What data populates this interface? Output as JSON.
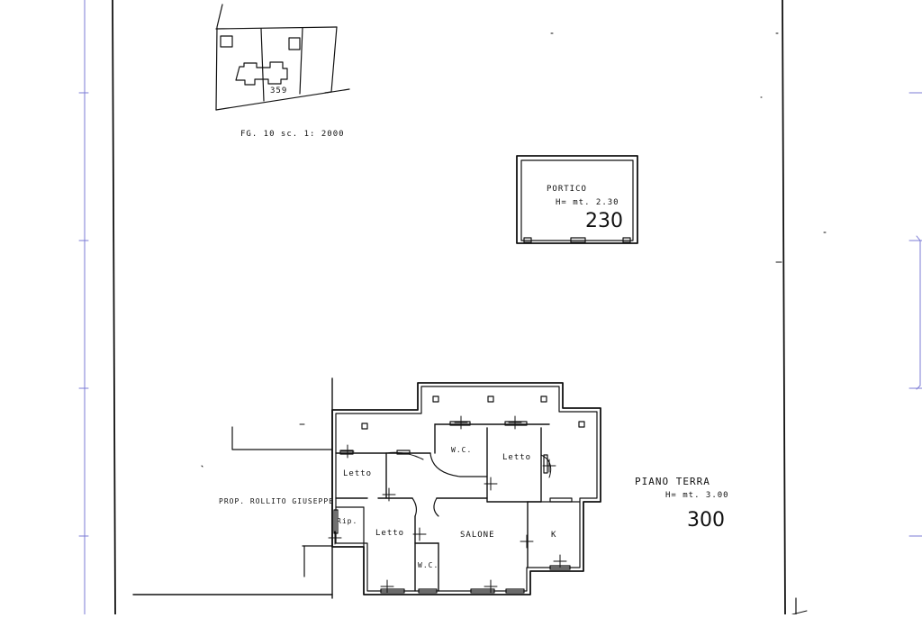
{
  "location_plan": {
    "parcel_number": "359",
    "caption": "FG. 10  sc. 1: 2000"
  },
  "portico": {
    "name": "PORTICO",
    "height": "H= mt. 2.30",
    "code": "230"
  },
  "ground_floor": {
    "title": "PIANO TERRA",
    "height": "H= mt. 3.00",
    "code": "300",
    "owner": "PROP. ROLLITO GIUSEPPE",
    "rooms": {
      "letto_1": "Letto",
      "letto_2": "Letto",
      "letto_3": "Letto",
      "wc_1": "W.C.",
      "wc_2": "W.C.",
      "salone": "SALONE",
      "kitchen": "K",
      "ripostiglio": "Rip."
    }
  }
}
